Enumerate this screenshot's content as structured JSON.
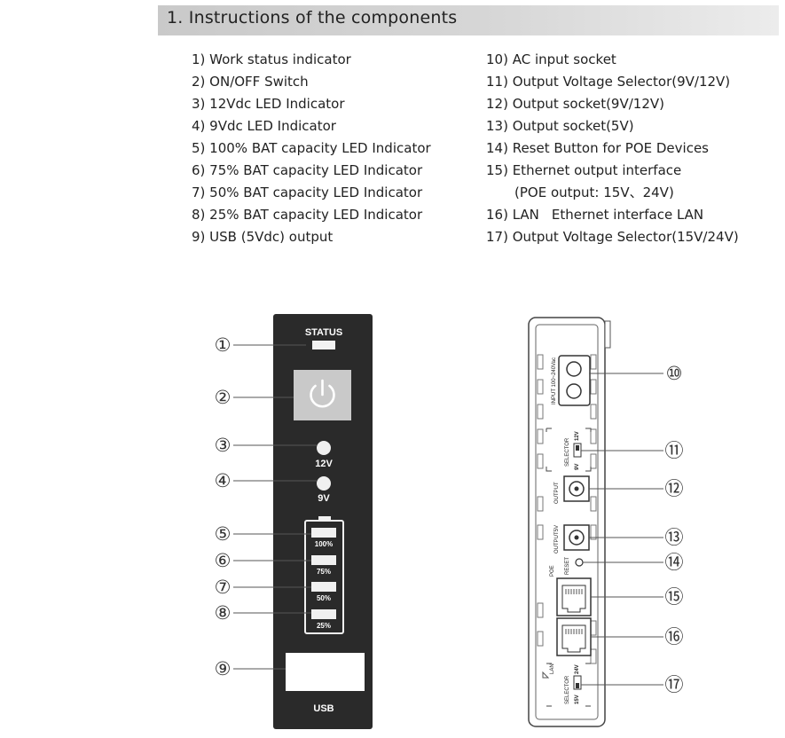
{
  "heading": "1. Instructions of the components",
  "left_list": [
    "1)  Work status indicator",
    "2)  ON/OFF Switch",
    "3)  12Vdc LED Indicator",
    "4)  9Vdc LED Indicator",
    "5)  100% BAT capacity LED Indicator",
    "6)  75% BAT capacity LED Indicator",
    "7)  50% BAT capacity LED Indicator",
    "8)  25% BAT capacity LED Indicator",
    "9)  USB (5Vdc) output"
  ],
  "right_list": [
    "10)  AC input socket",
    "11)  Output Voltage Selector(9V/12V)",
    "12)  Output socket(9V/12V)",
    "13)  Output socket(5V)",
    "14)  Reset Button for POE Devices",
    "15)  Ethernet output interface",
    "(POE output: 15V、24V)",
    "16)  LAN",
    "17)  Output Voltage Selector(15V/24V)"
  ],
  "right_list_lan_rest": "Ethernet interface LAN",
  "front_panel": {
    "status": "STATUS",
    "v12": "12V",
    "v9": "9V",
    "b100": "100%",
    "b75": "75%",
    "b50": "50%",
    "b25": "25%",
    "usb": "USB"
  },
  "front_callouts": [
    "①",
    "②",
    "③",
    "④",
    "⑤",
    "⑥",
    "⑦",
    "⑧",
    "⑨"
  ],
  "rear_panel": {
    "input": "INPUT 100~240Vac",
    "selector": "SELECTOR",
    "sel_9v": "9V",
    "sel_12v": "12V",
    "output": "OUTPUT",
    "output5v": "OUTPUT5V",
    "reset": "RESET",
    "poe": "POE",
    "lan": "LAN",
    "selector2": "SELECTOR",
    "sel_15v": "15V",
    "sel_24v": "24V"
  },
  "rear_callouts": [
    "⑩",
    "⑪",
    "⑫",
    "⑬",
    "⑭",
    "⑮",
    "⑯",
    "⑰"
  ],
  "colors": {
    "panel": "#2a2a2a",
    "heading_bg": "#d3d3d3",
    "text": "#222222"
  }
}
